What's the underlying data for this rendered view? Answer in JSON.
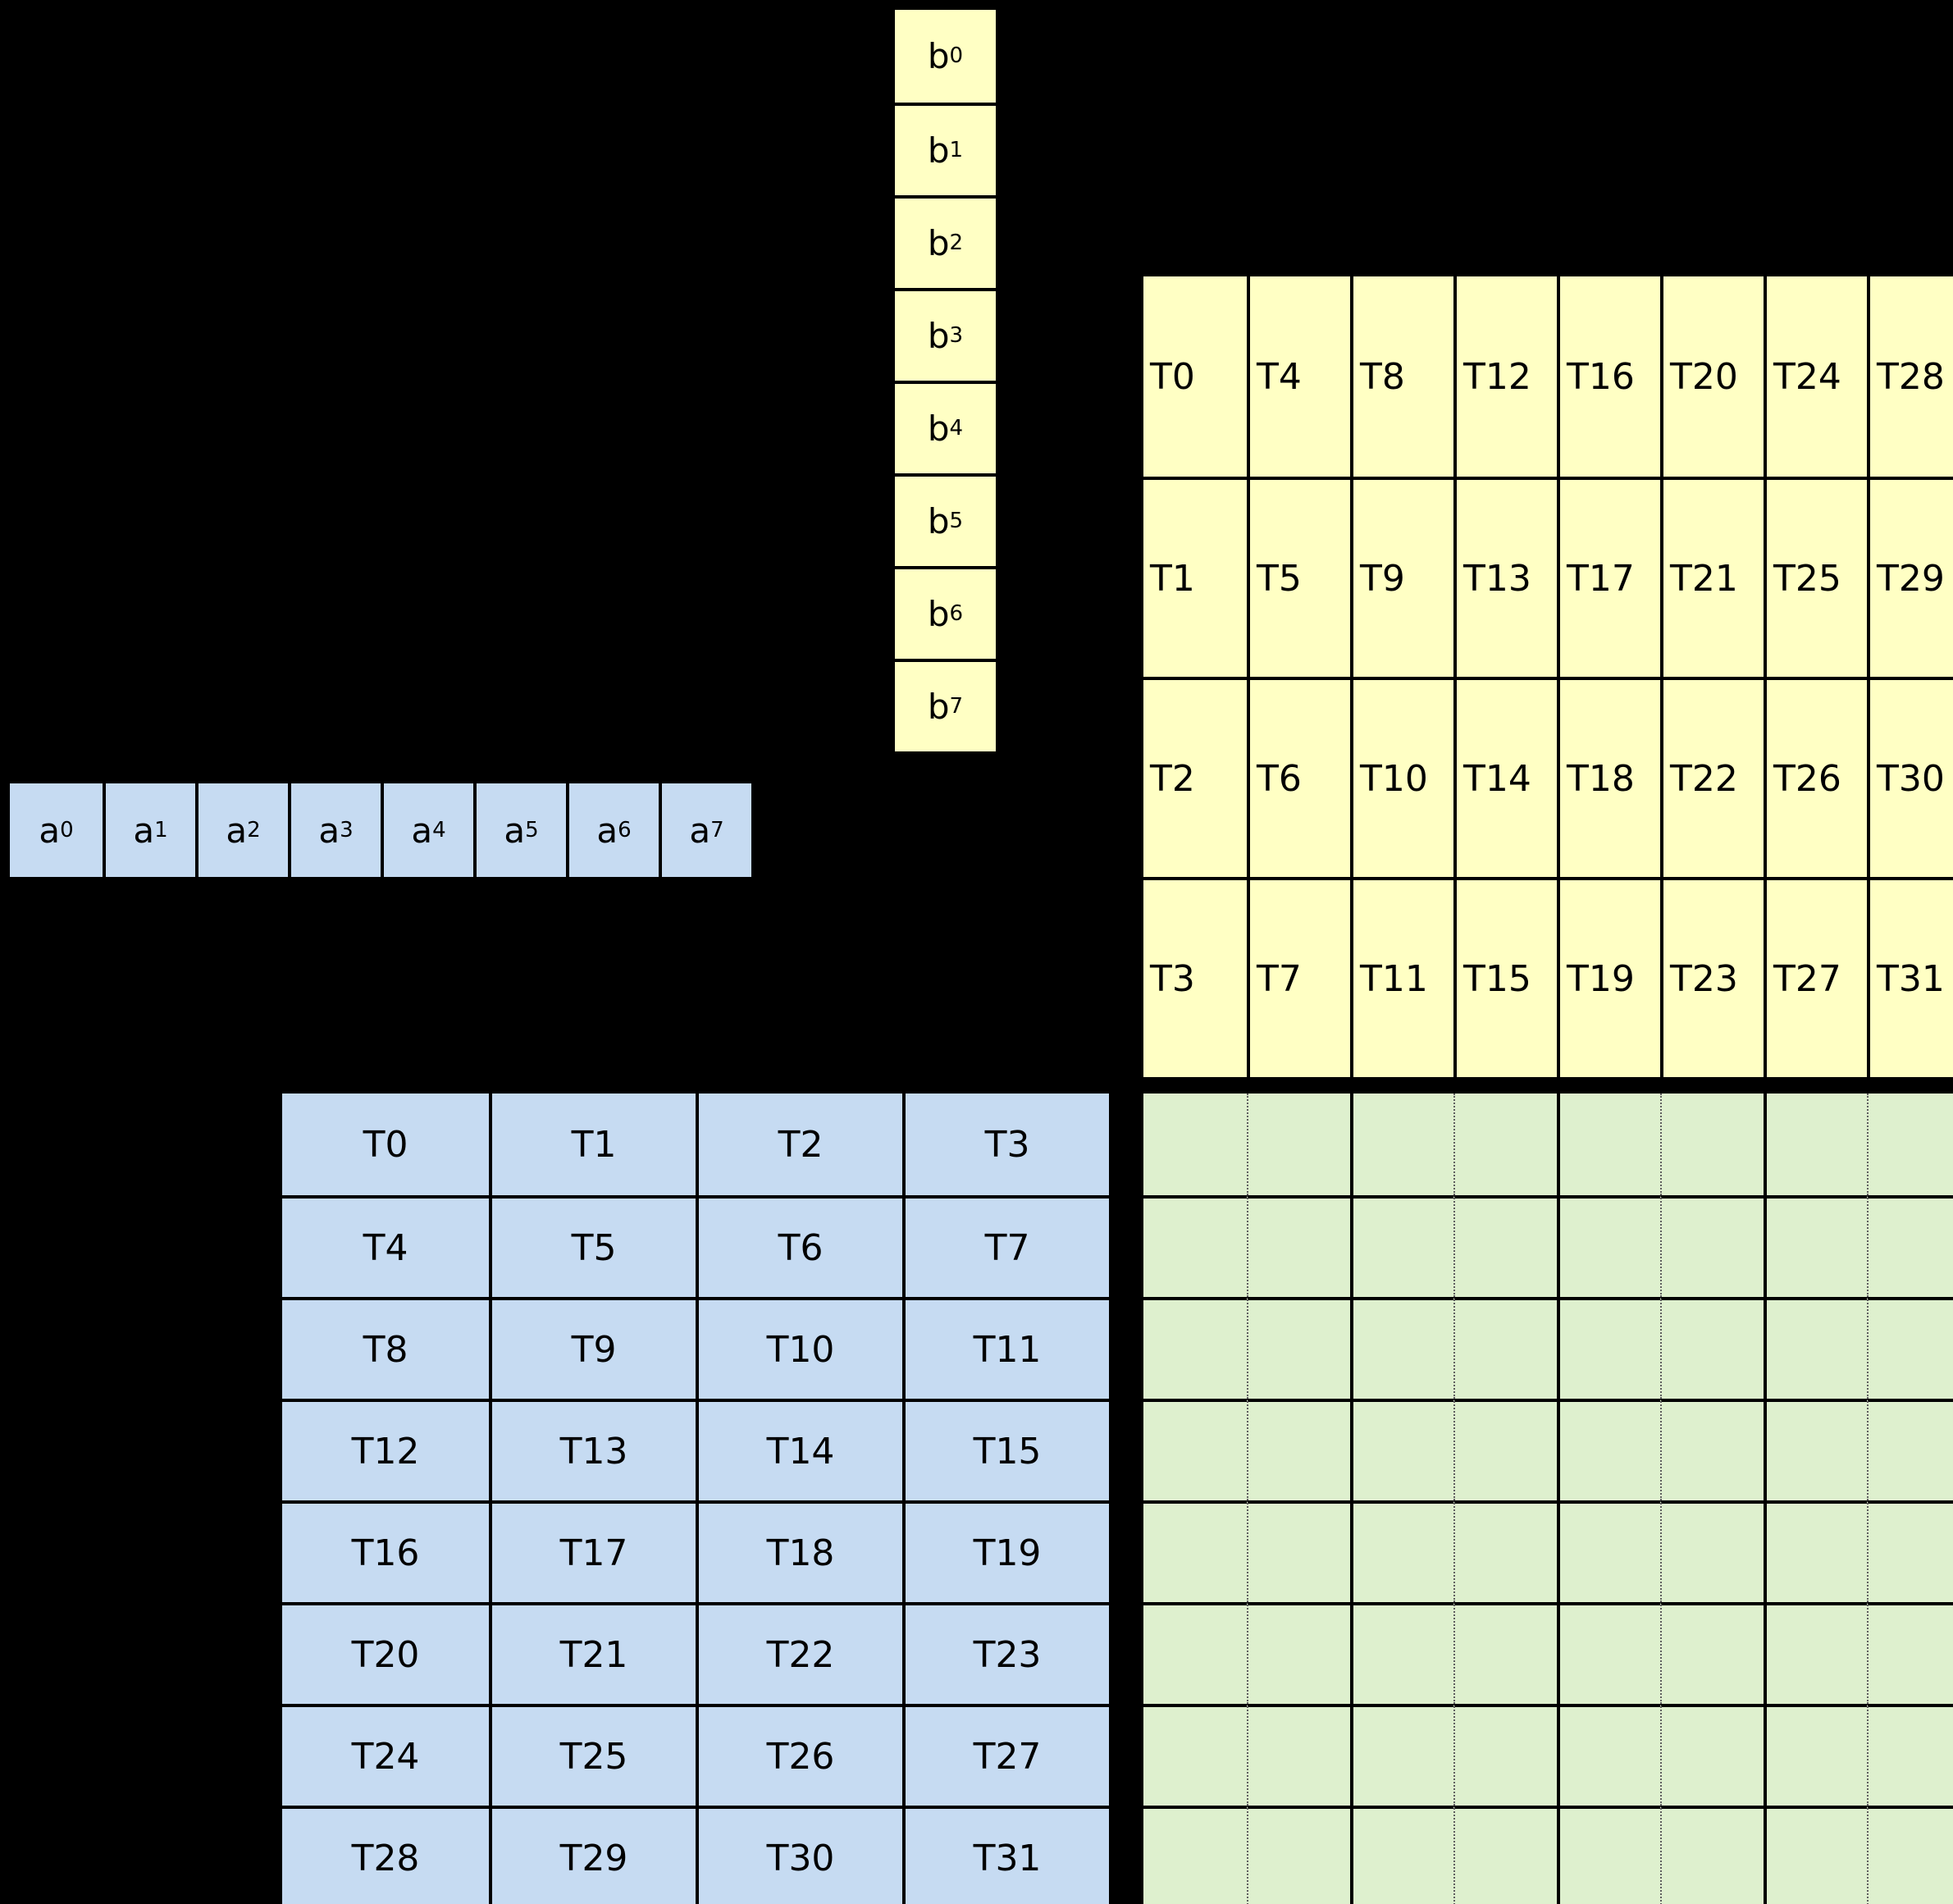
{
  "colors": {
    "background": "#000000",
    "yellow_fill": "#FFFFC4",
    "blue_fill": "#C6DBF2",
    "green_fill": "#DEF0CE",
    "border": "#000000"
  },
  "b_vector": {
    "cells": [
      {
        "base": "b",
        "sub": "0"
      },
      {
        "base": "b",
        "sub": "1"
      },
      {
        "base": "b",
        "sub": "2"
      },
      {
        "base": "b",
        "sub": "3"
      },
      {
        "base": "b",
        "sub": "4"
      },
      {
        "base": "b",
        "sub": "5"
      },
      {
        "base": "b",
        "sub": "6"
      },
      {
        "base": "b",
        "sub": "7"
      }
    ]
  },
  "a_vector": {
    "cells": [
      {
        "base": "a",
        "sub": "0"
      },
      {
        "base": "a",
        "sub": "1"
      },
      {
        "base": "a",
        "sub": "2"
      },
      {
        "base": "a",
        "sub": "3"
      },
      {
        "base": "a",
        "sub": "4"
      },
      {
        "base": "a",
        "sub": "5"
      },
      {
        "base": "a",
        "sub": "6"
      },
      {
        "base": "a",
        "sub": "7"
      }
    ]
  },
  "yellow_thread_grid": {
    "rows": [
      [
        "T0",
        "T4",
        "T8",
        "T12",
        "T16",
        "T20",
        "T24",
        "T28"
      ],
      [
        "T1",
        "T5",
        "T9",
        "T13",
        "T17",
        "T21",
        "T25",
        "T29"
      ],
      [
        "T2",
        "T6",
        "T10",
        "T14",
        "T18",
        "T22",
        "T26",
        "T30"
      ],
      [
        "T3",
        "T7",
        "T11",
        "T15",
        "T19",
        "T23",
        "T27",
        "T31"
      ]
    ]
  },
  "blue_thread_grid": {
    "rows": [
      [
        "T0",
        "T1",
        "T2",
        "T3"
      ],
      [
        "T4",
        "T5",
        "T6",
        "T7"
      ],
      [
        "T8",
        "T9",
        "T10",
        "T11"
      ],
      [
        "T12",
        "T13",
        "T14",
        "T15"
      ],
      [
        "T16",
        "T17",
        "T18",
        "T19"
      ],
      [
        "T20",
        "T21",
        "T22",
        "T23"
      ],
      [
        "T24",
        "T25",
        "T26",
        "T27"
      ],
      [
        "T28",
        "T29",
        "T30",
        "T31"
      ]
    ]
  },
  "green_result_grid": {
    "rows": 8,
    "cols": 8
  }
}
